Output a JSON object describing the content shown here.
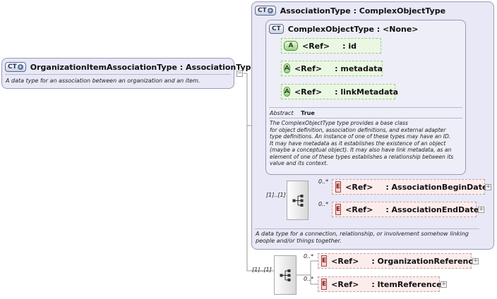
{
  "root": {
    "badge": "CT",
    "title": "OrganizationItemAssociationType : AssociationType",
    "doc": "A data type for an association between an organization and an item."
  },
  "association": {
    "badge": "CT",
    "title": "AssociationType : ComplexObjectType",
    "doc_lines": [
      "A data type for a connection, relationship, or involvement somehow linking",
      "people and/or things together."
    ],
    "sequence_multiplicity": "[1]..[1]",
    "elements": [
      {
        "badge": "E",
        "ref": "<Ref>",
        "name": ": AssociationBeginDate",
        "multiplicity": "0..*"
      },
      {
        "badge": "E",
        "ref": "<Ref>",
        "name": ": AssociationEndDate",
        "multiplicity": "0..*"
      }
    ]
  },
  "complex_object": {
    "badge": "CT",
    "title": "ComplexObjectType : <None>",
    "attributes": [
      {
        "badge": "A",
        "ref": "<Ref>",
        "name": ": id"
      },
      {
        "badge": "A",
        "ref": "<Ref>",
        "name": ": metadata"
      },
      {
        "badge": "A",
        "ref": "<Ref>",
        "name": ": linkMetadata"
      }
    ],
    "abstract_label": "Abstract",
    "abstract_value": "True",
    "doc_lines": [
      "The ComplexObjectType type provides a base class",
      "for object definition, association definitions, and external adapter",
      "type definitions. An instance of one of these types may have an ID.",
      "It may have metadata as it establishes the existence of an object",
      "(maybe a conceptual object). It may also have link metadata, as an",
      "element of one of these types establishes a relationship between its",
      "value and its context."
    ]
  },
  "outer_sequence": {
    "multiplicity": "[1]..[1]",
    "elements": [
      {
        "badge": "E",
        "ref": "<Ref>",
        "name": ": OrganizationReference",
        "multiplicity": "0..*"
      },
      {
        "badge": "E",
        "ref": "<Ref>",
        "name": ": ItemReference",
        "multiplicity": "0..*"
      }
    ]
  },
  "icons": {
    "sequence": "sequence-compositor-icon",
    "expand": "plus-expander-icon",
    "collapse": "minus-collapser-icon"
  },
  "colors": {
    "complex_type_bg": "#e8e8f6",
    "attribute_bg": "#eaf7e2",
    "element_bg": "#fdecec"
  }
}
